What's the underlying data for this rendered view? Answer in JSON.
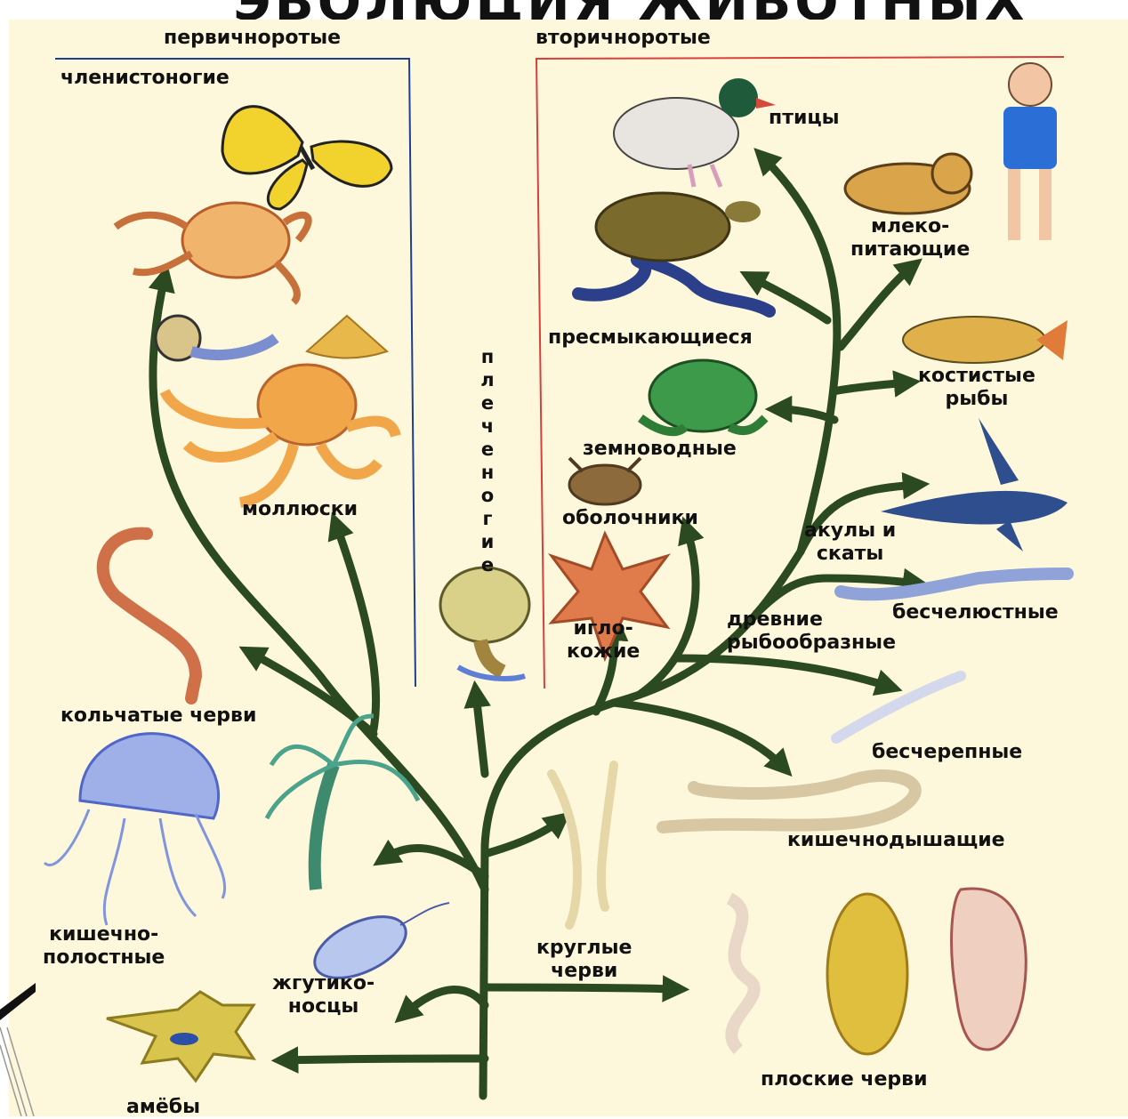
{
  "title": "ЭВОЛЮЦИЯ ЖИВОТНЫХ",
  "header": {
    "protostomes": "первичноротые",
    "deuterostomes": "вторичноротые"
  },
  "labels": {
    "arthropods": "членистоногие",
    "mollusks": "моллюски",
    "annelids": "кольчатые черви",
    "cnidarians": "кишечно-\nполостные",
    "flagellates": "жгутико-\nносцы",
    "amoebas": "амёбы",
    "brachiopods": "плеченогие",
    "echinoderms": "игло-\nкожие",
    "tunicates": "оболочники",
    "birds": "птицы",
    "mammals": "млеко-\nпитающие",
    "reptiles": "пресмыкающиеся",
    "amphibians": "земноводные",
    "bony_fish": "костистые\nрыбы",
    "sharks": "акулы и\nскаты",
    "jawless": "бесчелюстные",
    "ancient_fishlike": "древние\nрыбообразные",
    "acrania": "бесчерепные",
    "hemichordates": "кишечнодышащие",
    "roundworms": "круглые\nчерви",
    "flatworms": "плоские черви"
  },
  "colors": {
    "background": "#fdf7dc",
    "branch": "#2b4a22",
    "protostome_line": "#1d3f8f",
    "deuterostome_line": "#d8403a"
  }
}
